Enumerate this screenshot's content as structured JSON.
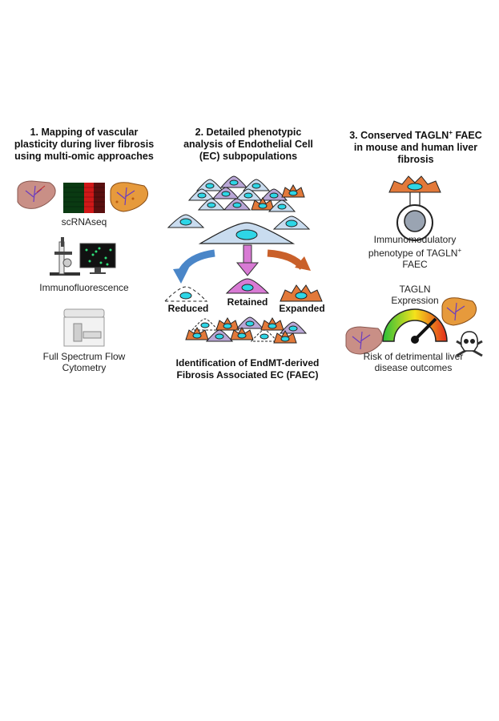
{
  "columns": [
    {
      "heading": "1. Mapping  of vascular plasticity during liver fibrosis using multi-omic approaches",
      "items": [
        "scRNAseq",
        "Immunofluorescence",
        "Full Spectrum Flow Cytometry"
      ]
    },
    {
      "heading": "2. Detailed phenotypic analysis of Endothelial Cell (EC) subpopulations",
      "branches": [
        "Reduced",
        "Retained",
        "Expanded"
      ],
      "footer": "Identification of EndMT-derived Fibrosis Associated EC (FAEC)"
    },
    {
      "heading_pre": "3. Conserved TAGLN",
      "heading_sup": "+",
      "heading_post": " FAEC in mouse and human liver fibrosis",
      "phenotype_pre": "Immunomodulatory phenotype of TAGLN",
      "phenotype_sup": "+",
      "phenotype_post": " FAEC",
      "gauge_label": "TAGLN Expression",
      "risk": "Risk of detrimental liver disease outcomes"
    }
  ],
  "colors": {
    "cell_blue": "#c9dcef",
    "cell_purple": "#b9a7d6",
    "cell_orange": "#e2793a",
    "nucleus": "#2ed6e6",
    "arrow_blue": "#4a86c8",
    "arrow_pink": "#d87ad4",
    "arrow_orange": "#c9602a",
    "liver_normal": "#c98f86",
    "liver_fibrotic": "#e69a3c"
  },
  "icons": [
    "liver-icon",
    "heatmap-icon",
    "microscope-icon",
    "flow-cytometer-icon",
    "cell-icon",
    "gauge-icon",
    "skull-crossbones-icon"
  ]
}
